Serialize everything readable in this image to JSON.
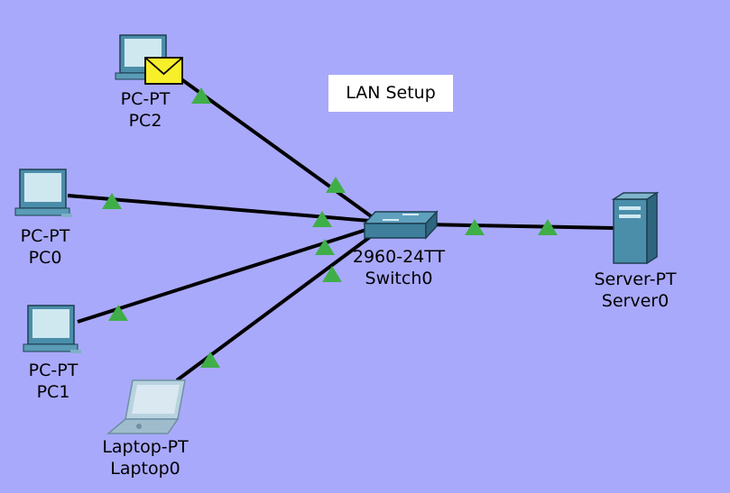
{
  "colors": {
    "canvas_bg": "#a9a9fb",
    "link": "#000000",
    "link_light": "#3fae49",
    "device_blue": "#4a8eaa"
  },
  "note": "LAN Setup",
  "devices": {
    "pc2": {
      "type": "PC-PT",
      "name": "PC2",
      "icon": "pc-icon",
      "pdu": "envelope-icon"
    },
    "pc0": {
      "type": "PC-PT",
      "name": "PC0",
      "icon": "pc-icon"
    },
    "pc1": {
      "type": "PC-PT",
      "name": "PC1",
      "icon": "pc-icon"
    },
    "laptop0": {
      "type": "Laptop-PT",
      "name": "Laptop0",
      "icon": "laptop-icon"
    },
    "switch0": {
      "type": "2960-24TT",
      "name": "Switch0",
      "icon": "switch-icon"
    },
    "server0": {
      "type": "Server-PT",
      "name": "Server0",
      "icon": "server-icon"
    }
  },
  "links": [
    {
      "from": "pc2",
      "to": "switch0",
      "status": "up"
    },
    {
      "from": "pc0",
      "to": "switch0",
      "status": "up"
    },
    {
      "from": "pc1",
      "to": "switch0",
      "status": "up"
    },
    {
      "from": "laptop0",
      "to": "switch0",
      "status": "up"
    },
    {
      "from": "switch0",
      "to": "server0",
      "status": "up"
    }
  ]
}
